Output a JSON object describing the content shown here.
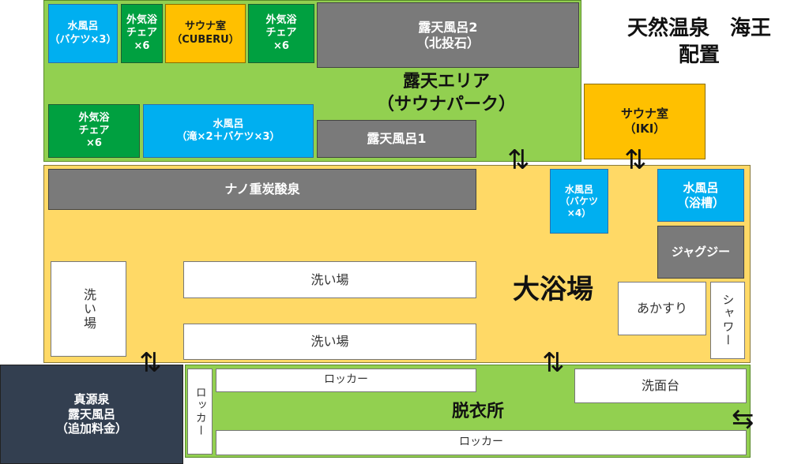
{
  "title": "天然温泉　海王\n配置",
  "outdoor_area": {
    "label": "露天エリア\n（サウナパーク）"
  },
  "main_bath": {
    "label": "大浴場"
  },
  "changing_room": {
    "label": "脱衣所"
  },
  "rooms": {
    "cold_bucket3": "水風呂\n（バケツ×3）",
    "air_chair6_a": "外気浴\nチェア\n×6",
    "sauna_cuberu": "サウナ室\n（CUBERU）",
    "air_chair6_b": "外気浴\nチェア\n×6",
    "outdoor_bath2": "露天風呂2\n（北投石）",
    "air_chair6_c": "外気浴\nチェア\n×6",
    "cold_falls": "水風呂\n（滝×2＋バケツ×3）",
    "outdoor_bath1": "露天風呂1",
    "sauna_iki": "サウナ室\n（IKI）",
    "nano_carbonate": "ナノ重炭酸泉",
    "cold_bucket4": "水風呂\n（バケツ\n×4）",
    "cold_tub": "水風呂\n（浴槽）",
    "jacuzzi": "ジャグジー",
    "wash_left": "洗い場",
    "wash_1": "洗い場",
    "wash_2": "洗い場",
    "akasuri": "あかすり",
    "shower": "シャワー",
    "locker_top": "ロッカー",
    "locker_side": "ロッカー",
    "locker_bottom": "ロッカー",
    "sink": "洗面台",
    "shingen": "真源泉\n露天風呂\n（追加料金）"
  },
  "arrows": {
    "vertical": "⇅",
    "horizontal": "⇆"
  },
  "colors": {
    "outdoor": "#92d050",
    "bath": "#ffd966",
    "changing": "#92d050",
    "cold": "#00aff0",
    "sauna": "#ffc000",
    "chair": "#00a040",
    "hot": "#7a7a7a",
    "premium": "#333f50"
  }
}
